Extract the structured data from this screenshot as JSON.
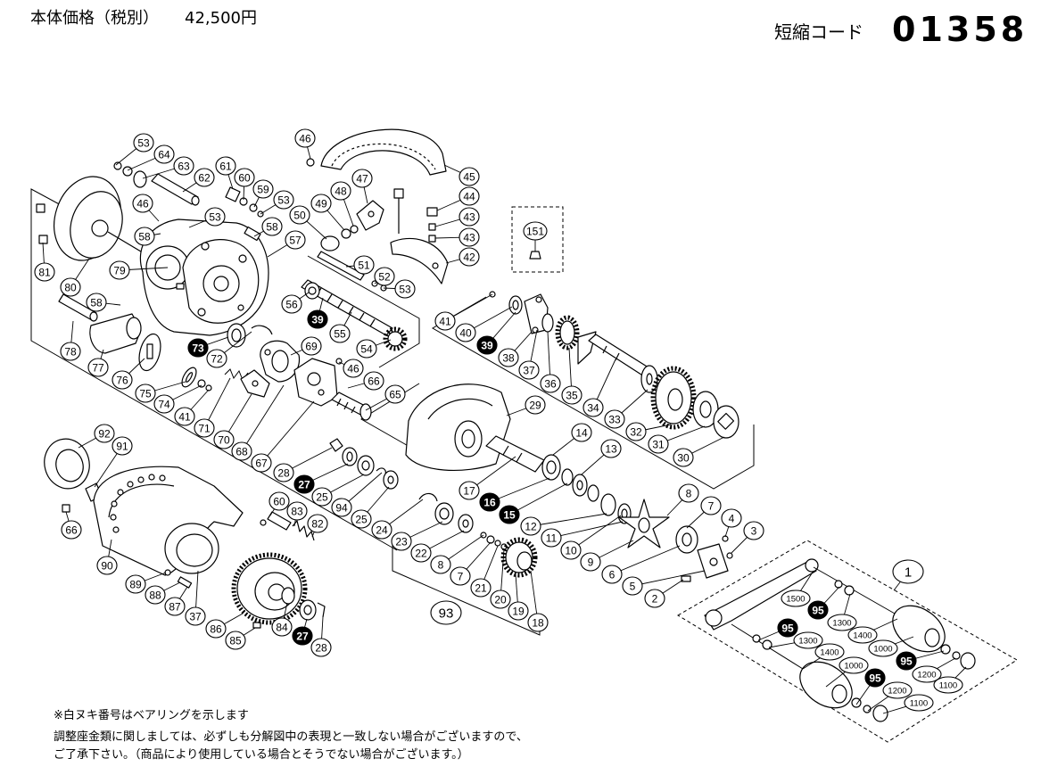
{
  "header": {
    "price_label": "本体価格（税別）",
    "price": "42,500円",
    "code_label": "短縮コード",
    "code": "01358"
  },
  "colors": {
    "line": "#000000",
    "bearing": "#000000",
    "bearing_text": "#ffffff"
  },
  "callouts": [
    {
      "label": "53"
    },
    {
      "label": "64"
    },
    {
      "label": "63"
    },
    {
      "label": "62"
    },
    {
      "label": "61"
    },
    {
      "label": "60"
    },
    {
      "label": "59"
    },
    {
      "label": "53"
    },
    {
      "label": "53"
    },
    {
      "label": "58"
    },
    {
      "label": "46"
    },
    {
      "label": "58"
    },
    {
      "label": "57"
    },
    {
      "label": "79"
    },
    {
      "label": "81"
    },
    {
      "label": "80"
    },
    {
      "label": "58"
    },
    {
      "label": "78"
    },
    {
      "label": "77"
    },
    {
      "label": "76"
    },
    {
      "label": "75"
    },
    {
      "label": "74"
    },
    {
      "label": "41"
    },
    {
      "label": "71"
    },
    {
      "label": "70"
    },
    {
      "label": "68"
    },
    {
      "label": "67"
    },
    {
      "label": "73",
      "bearing": true
    },
    {
      "label": "72"
    },
    {
      "label": "69"
    },
    {
      "label": "46"
    },
    {
      "label": "66"
    },
    {
      "label": "65"
    },
    {
      "label": "56"
    },
    {
      "label": "39",
      "bearing": true
    },
    {
      "label": "55"
    },
    {
      "label": "54"
    },
    {
      "label": "50"
    },
    {
      "label": "49"
    },
    {
      "label": "48"
    },
    {
      "label": "47"
    },
    {
      "label": "46"
    },
    {
      "label": "51"
    },
    {
      "label": "52"
    },
    {
      "label": "53"
    },
    {
      "label": "45"
    },
    {
      "label": "44"
    },
    {
      "label": "43"
    },
    {
      "label": "43"
    },
    {
      "label": "42"
    },
    {
      "label": "151"
    },
    {
      "label": "41"
    },
    {
      "label": "40"
    },
    {
      "label": "39",
      "bearing": true
    },
    {
      "label": "38"
    },
    {
      "label": "37"
    },
    {
      "label": "36"
    },
    {
      "label": "35"
    },
    {
      "label": "34"
    },
    {
      "label": "33"
    },
    {
      "label": "32"
    },
    {
      "label": "31"
    },
    {
      "label": "30"
    },
    {
      "label": "29"
    },
    {
      "label": "14"
    },
    {
      "label": "13"
    },
    {
      "label": "28"
    },
    {
      "label": "27",
      "bearing": true
    },
    {
      "label": "25"
    },
    {
      "label": "94"
    },
    {
      "label": "25"
    },
    {
      "label": "24"
    },
    {
      "label": "23"
    },
    {
      "label": "22"
    },
    {
      "label": "8"
    },
    {
      "label": "7"
    },
    {
      "label": "21"
    },
    {
      "label": "20"
    },
    {
      "label": "19"
    },
    {
      "label": "18"
    },
    {
      "label": "93"
    },
    {
      "label": "17"
    },
    {
      "label": "16",
      "bearing": true
    },
    {
      "label": "15",
      "bearing": true
    },
    {
      "label": "12"
    },
    {
      "label": "11"
    },
    {
      "label": "10"
    },
    {
      "label": "9"
    },
    {
      "label": "6"
    },
    {
      "label": "5"
    },
    {
      "label": "2"
    },
    {
      "label": "8"
    },
    {
      "label": "7"
    },
    {
      "label": "4"
    },
    {
      "label": "3"
    },
    {
      "label": "92"
    },
    {
      "label": "91"
    },
    {
      "label": "66"
    },
    {
      "label": "90"
    },
    {
      "label": "89"
    },
    {
      "label": "88"
    },
    {
      "label": "87"
    },
    {
      "label": "37"
    },
    {
      "label": "86"
    },
    {
      "label": "85"
    },
    {
      "label": "84"
    },
    {
      "label": "27",
      "bearing": true
    },
    {
      "label": "28"
    },
    {
      "label": "60"
    },
    {
      "label": "83"
    },
    {
      "label": "82"
    },
    {
      "label": "1"
    },
    {
      "label": "1500"
    },
    {
      "label": "95",
      "bearing": true
    },
    {
      "label": "1300"
    },
    {
      "label": "1400"
    },
    {
      "label": "95",
      "bearing": true
    },
    {
      "label": "1300"
    },
    {
      "label": "1400"
    },
    {
      "label": "1000"
    },
    {
      "label": "95",
      "bearing": true
    },
    {
      "label": "1200"
    },
    {
      "label": "1100"
    },
    {
      "label": "1000"
    },
    {
      "label": "95",
      "bearing": true
    },
    {
      "label": "1200"
    },
    {
      "label": "1100"
    }
  ],
  "footer": {
    "bearing_note": "※白ヌキ番号はベアリングを示します",
    "shim_note_line1": "調整座金類に関しましては、必ずしも分解図中の表現と一致しない場合がございますので、",
    "shim_note_line2": "ご了承下さい。（商品により使用している場合とそうでない場合がございます。）"
  }
}
